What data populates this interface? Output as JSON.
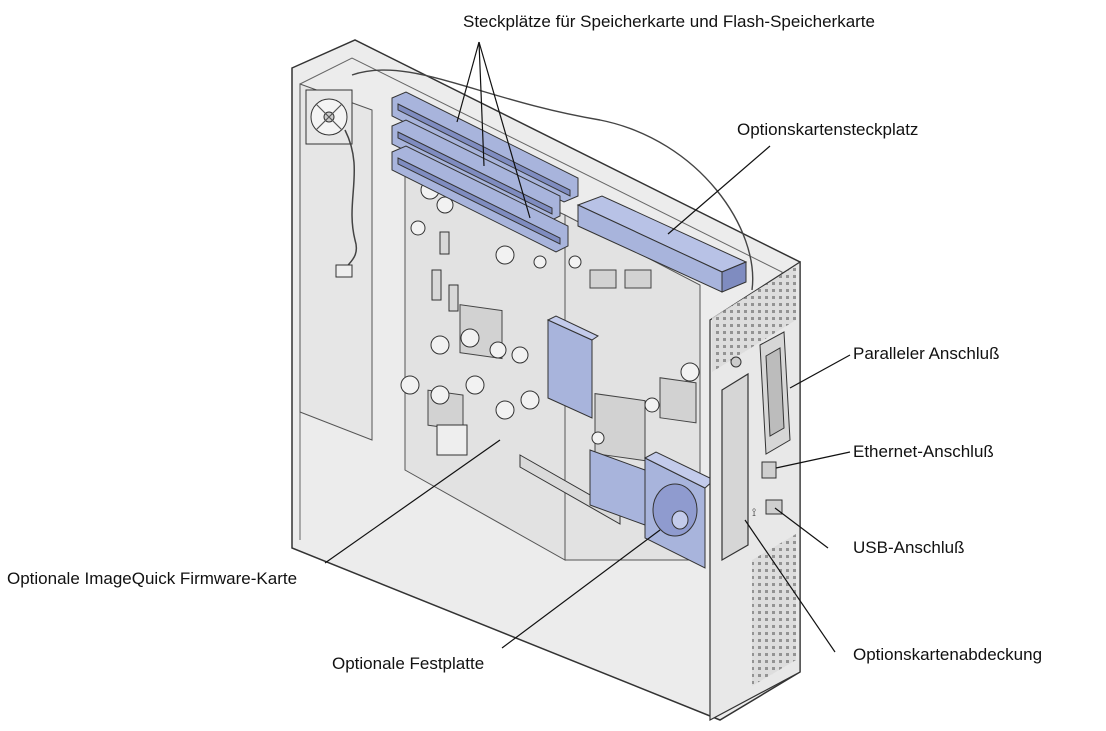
{
  "diagram": {
    "callouts": {
      "memory_slots": "Steckplätze für Speicherkarte und Flash-Speicherkarte",
      "option_slot": "Optionskartensteckplatz",
      "parallel": "Paralleler Anschluß",
      "ethernet": "Ethernet-Anschluß",
      "usb": "USB-Anschluß",
      "option_cover": "Optionskartenabdeckung",
      "imagequick": "Optionale ImageQuick Firmware-Karte",
      "hard_disk": "Optionale Festplatte"
    },
    "colors": {
      "highlight": "#a8b4dc",
      "highlight_dark": "#7f8cc0",
      "chassis": "#ececec",
      "chassis_side": "#dcdcdc",
      "board": "#e2e2e2",
      "outline": "#333333"
    }
  }
}
